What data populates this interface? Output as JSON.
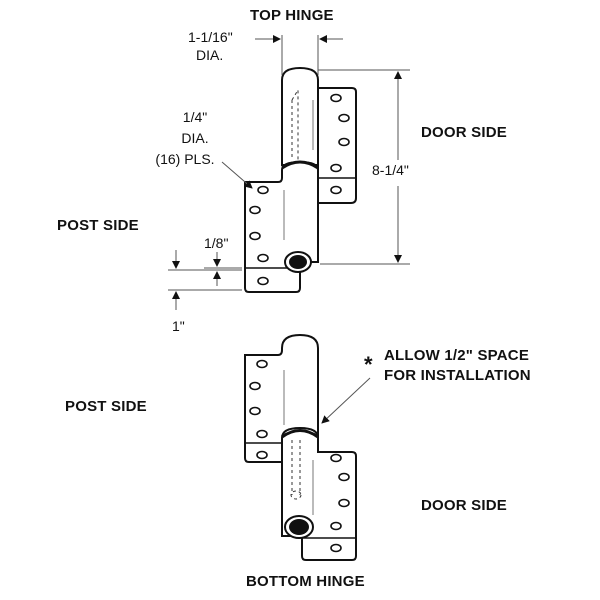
{
  "top_hinge": {
    "title": "TOP HINGE",
    "pin_diameter": "1-1/16\"",
    "pin_diameter_suffix": "DIA.",
    "hole_size_line1": "1/4\"",
    "hole_size_line2": "DIA.",
    "hole_size_line3": "(16) PLS.",
    "door_side_label": "DOOR SIDE",
    "post_side_label": "POST SIDE",
    "height_dimension": "8-1/4\"",
    "gap_dimension": "1/8\"",
    "offset_dimension": "1\""
  },
  "bottom_hinge": {
    "title": "BOTTOM HINGE",
    "post_side_label": "POST SIDE",
    "door_side_label": "DOOR SIDE",
    "note_marker": "*",
    "note_line1": "ALLOW 1/2\" SPACE",
    "note_line2": "FOR INSTALLATION"
  }
}
